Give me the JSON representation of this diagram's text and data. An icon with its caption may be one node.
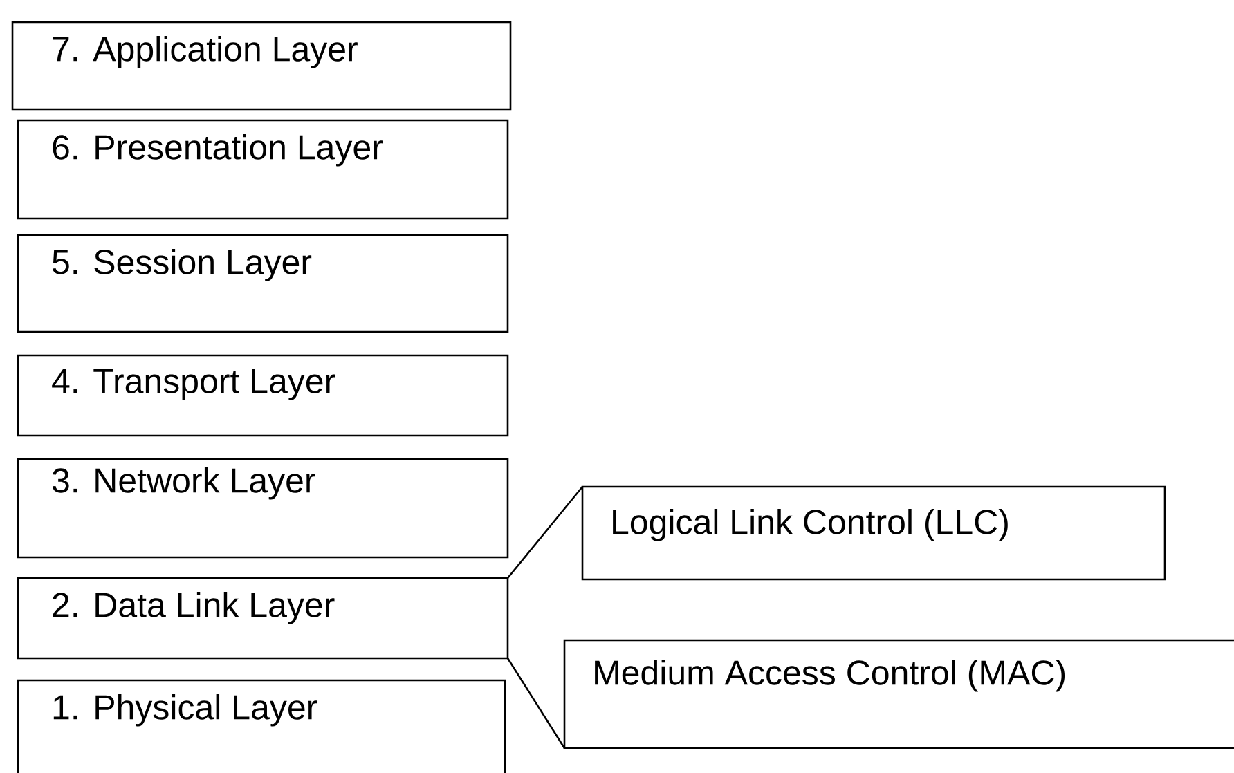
{
  "diagram": {
    "nodes": [
      {
        "text": [
          "7. Application Layer"
        ]
      },
      {
        "text": [
          "6. Presentation Layer"
        ]
      },
      {
        "text": [
          "5. Session Layer"
        ]
      },
      {
        "text": [
          "4. Transport Layer"
        ]
      },
      {
        "text": [
          "3. Network Layer"
        ]
      },
      {
        "text": [
          "2. Data Link Layer"
        ]
      },
      {
        "text": [
          "1. Physical Layer"
        ]
      },
      {
        "text": [
          "Logical Link Control (LLC)"
        ]
      },
      {
        "text": [
          "Medium Access Control (MAC)"
        ]
      }
    ],
    "edges": [
      {
        "from": 5,
        "to": 7,
        "arrow": "none"
      },
      {
        "from": 5,
        "to": 8,
        "arrow": "none"
      }
    ]
  }
}
